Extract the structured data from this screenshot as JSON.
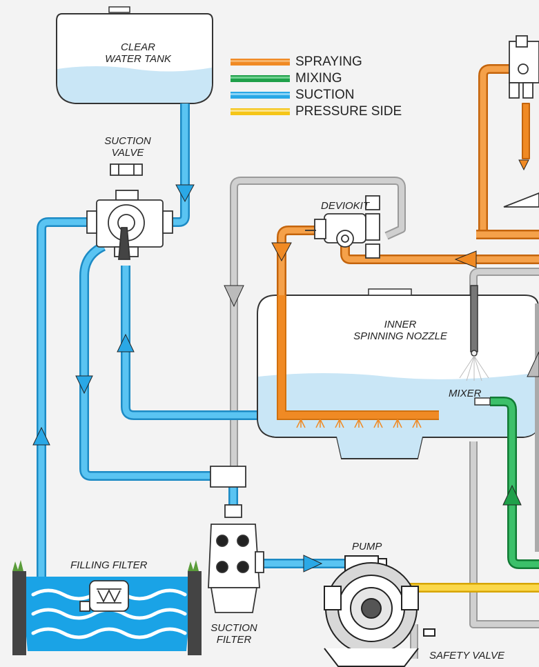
{
  "labels": {
    "clear_water_tank_1": "CLEAR",
    "clear_water_tank_2": "WATER TANK",
    "suction_valve_1": "SUCTION",
    "suction_valve_2": "VALVE",
    "deviokit": "DEVIOKIT",
    "inner_nozzle_1": "INNER",
    "inner_nozzle_2": "SPINNING NOZZLE",
    "mixer": "MIXER",
    "filling_filter": "FILLING FILTER",
    "pump": "PUMP",
    "suction_filter_1": "SUCTION",
    "suction_filter_2": "FILTER",
    "safety_valve": "SAFETY VALVE"
  },
  "legend": [
    {
      "label": "SPRAYING",
      "color": "#f08a24"
    },
    {
      "label": "MIXING",
      "color": "#1fa04a"
    },
    {
      "label": "SUCTION",
      "color": "#2aa8e6"
    },
    {
      "label": "PRESSURE SIDE",
      "color": "#f5c518"
    }
  ],
  "colors": {
    "spraying": "#f08a24",
    "mixing": "#1fa04a",
    "suction": "#2aa8e6",
    "pressure": "#f5c518",
    "return": "#b8b8b8",
    "water": "#c9e6f6"
  }
}
